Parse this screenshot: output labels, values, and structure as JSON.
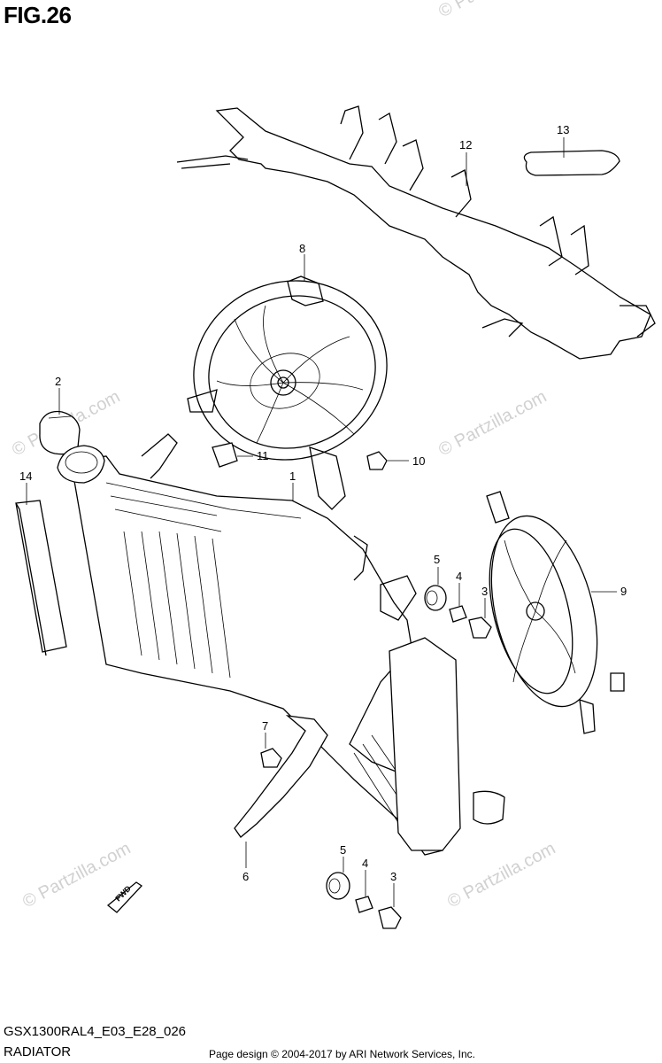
{
  "figure": {
    "title": "FIG.26"
  },
  "footer": {
    "model_code": "GSX1300RAL4_E03_E28_026",
    "section_name": "RADIATOR",
    "credit": "Page design © 2004-2017 by ARI Network Services, Inc."
  },
  "watermark": {
    "text": "© Partzilla.com"
  },
  "fwd_arrow": {
    "label": "FWD"
  },
  "callouts": {
    "c1": "1",
    "c2": "2",
    "c3a": "3",
    "c3b": "3",
    "c4a": "4",
    "c4b": "4",
    "c5a": "5",
    "c5b": "5",
    "c6": "6",
    "c7": "7",
    "c8": "8",
    "c9": "9",
    "c10": "10",
    "c11": "11",
    "c12": "12",
    "c13": "13",
    "c14": "14"
  }
}
